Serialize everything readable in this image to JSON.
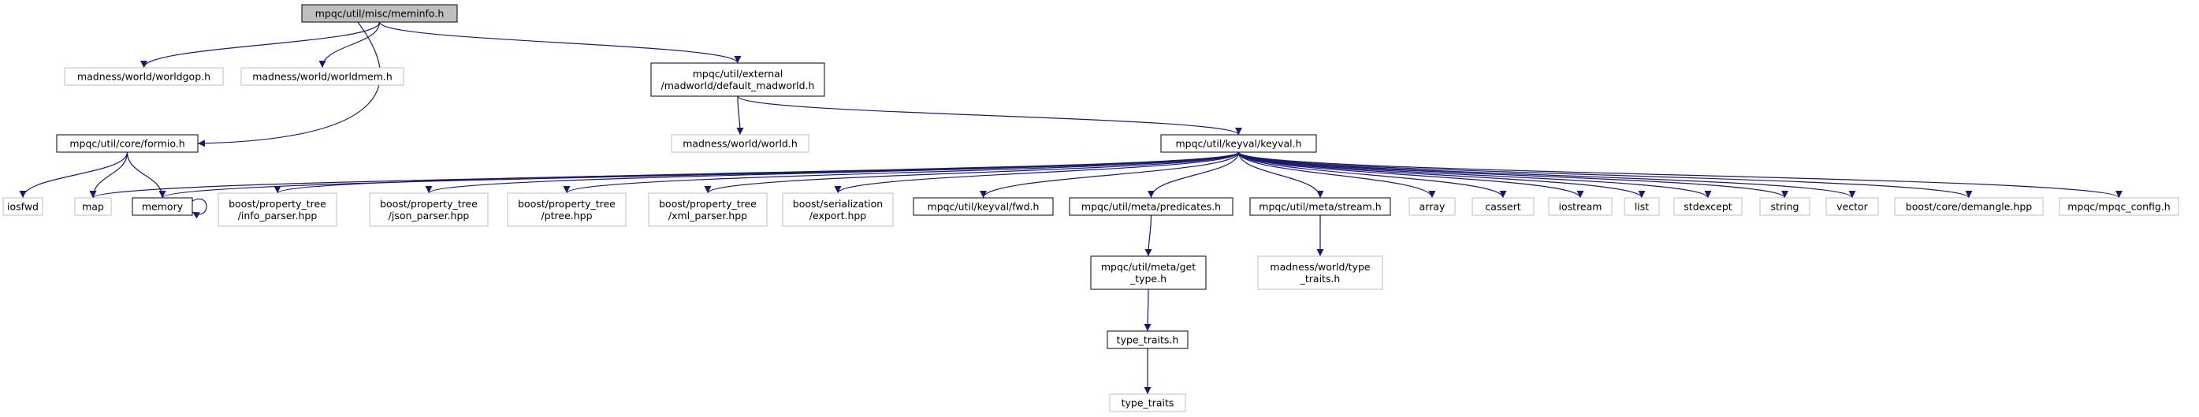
{
  "colors": {
    "edge": "#191970",
    "node_border": "#000000",
    "external_border": "#bfbfbf",
    "root_fill": "#bfbfbf",
    "node_fill": "#ffffff"
  },
  "nodes": {
    "meminfo": {
      "lines": [
        "mpqc/util/misc/meminfo.h"
      ],
      "kind": "root"
    },
    "worldgop": {
      "lines": [
        "madness/world/worldgop.h"
      ],
      "kind": "external"
    },
    "worldmem": {
      "lines": [
        "madness/world/worldmem.h"
      ],
      "kind": "external"
    },
    "default_madworld": {
      "lines": [
        "mpqc/util/external",
        "/madworld/default_madworld.h"
      ],
      "kind": "internal"
    },
    "formio": {
      "lines": [
        "mpqc/util/core/formio.h"
      ],
      "kind": "internal"
    },
    "world": {
      "lines": [
        "madness/world/world.h"
      ],
      "kind": "external"
    },
    "keyval": {
      "lines": [
        "mpqc/util/keyval/keyval.h"
      ],
      "kind": "internal"
    },
    "iosfwd": {
      "lines": [
        "iosfwd"
      ],
      "kind": "external"
    },
    "map": {
      "lines": [
        "map"
      ],
      "kind": "external"
    },
    "memory": {
      "lines": [
        "memory"
      ],
      "kind": "internal"
    },
    "info_parser": {
      "lines": [
        "boost/property_tree",
        "/info_parser.hpp"
      ],
      "kind": "external"
    },
    "json_parser": {
      "lines": [
        "boost/property_tree",
        "/json_parser.hpp"
      ],
      "kind": "external"
    },
    "ptree": {
      "lines": [
        "boost/property_tree",
        "/ptree.hpp"
      ],
      "kind": "external"
    },
    "xml_parser": {
      "lines": [
        "boost/property_tree",
        "/xml_parser.hpp"
      ],
      "kind": "external"
    },
    "serialization": {
      "lines": [
        "boost/serialization",
        "/export.hpp"
      ],
      "kind": "external"
    },
    "fwd": {
      "lines": [
        "mpqc/util/keyval/fwd.h"
      ],
      "kind": "internal"
    },
    "predicates": {
      "lines": [
        "mpqc/util/meta/predicates.h"
      ],
      "kind": "internal"
    },
    "stream": {
      "lines": [
        "mpqc/util/meta/stream.h"
      ],
      "kind": "internal"
    },
    "array": {
      "lines": [
        "array"
      ],
      "kind": "external"
    },
    "cassert": {
      "lines": [
        "cassert"
      ],
      "kind": "external"
    },
    "iostream": {
      "lines": [
        "iostream"
      ],
      "kind": "external"
    },
    "list": {
      "lines": [
        "list"
      ],
      "kind": "external"
    },
    "stdexcept": {
      "lines": [
        "stdexcept"
      ],
      "kind": "external"
    },
    "string": {
      "lines": [
        "string"
      ],
      "kind": "external"
    },
    "vector": {
      "lines": [
        "vector"
      ],
      "kind": "external"
    },
    "demangle": {
      "lines": [
        "boost/core/demangle.hpp"
      ],
      "kind": "external"
    },
    "mpqc_config": {
      "lines": [
        "mpqc/mpqc_config.h"
      ],
      "kind": "external"
    },
    "get_type": {
      "lines": [
        "mpqc/util/meta/get",
        "_type.h"
      ],
      "kind": "internal"
    },
    "type_traits_h": {
      "lines": [
        "madness/world/type",
        "_traits.h"
      ],
      "kind": "external"
    },
    "type_traits_mpqc": {
      "lines": [
        "type_traits.h"
      ],
      "kind": "internal"
    },
    "type_traits": {
      "lines": [
        "type_traits"
      ],
      "kind": "external"
    }
  },
  "edges": [
    [
      "meminfo",
      "worldgop"
    ],
    [
      "meminfo",
      "worldmem"
    ],
    [
      "meminfo",
      "default_madworld"
    ],
    [
      "meminfo",
      "formio"
    ],
    [
      "default_madworld",
      "world"
    ],
    [
      "default_madworld",
      "keyval"
    ],
    [
      "formio",
      "iosfwd"
    ],
    [
      "formio",
      "map"
    ],
    [
      "formio",
      "memory"
    ],
    [
      "keyval",
      "map"
    ],
    [
      "keyval",
      "memory"
    ],
    [
      "keyval",
      "info_parser"
    ],
    [
      "keyval",
      "json_parser"
    ],
    [
      "keyval",
      "ptree"
    ],
    [
      "keyval",
      "xml_parser"
    ],
    [
      "keyval",
      "serialization"
    ],
    [
      "keyval",
      "fwd"
    ],
    [
      "keyval",
      "predicates"
    ],
    [
      "keyval",
      "stream"
    ],
    [
      "keyval",
      "array"
    ],
    [
      "keyval",
      "cassert"
    ],
    [
      "keyval",
      "iostream"
    ],
    [
      "keyval",
      "list"
    ],
    [
      "keyval",
      "stdexcept"
    ],
    [
      "keyval",
      "string"
    ],
    [
      "keyval",
      "vector"
    ],
    [
      "keyval",
      "demangle"
    ],
    [
      "keyval",
      "mpqc_config"
    ],
    [
      "memory",
      "memory"
    ],
    [
      "predicates",
      "get_type"
    ],
    [
      "stream",
      "type_traits_h"
    ],
    [
      "get_type",
      "type_traits_mpqc"
    ],
    [
      "type_traits_mpqc",
      "type_traits"
    ]
  ]
}
